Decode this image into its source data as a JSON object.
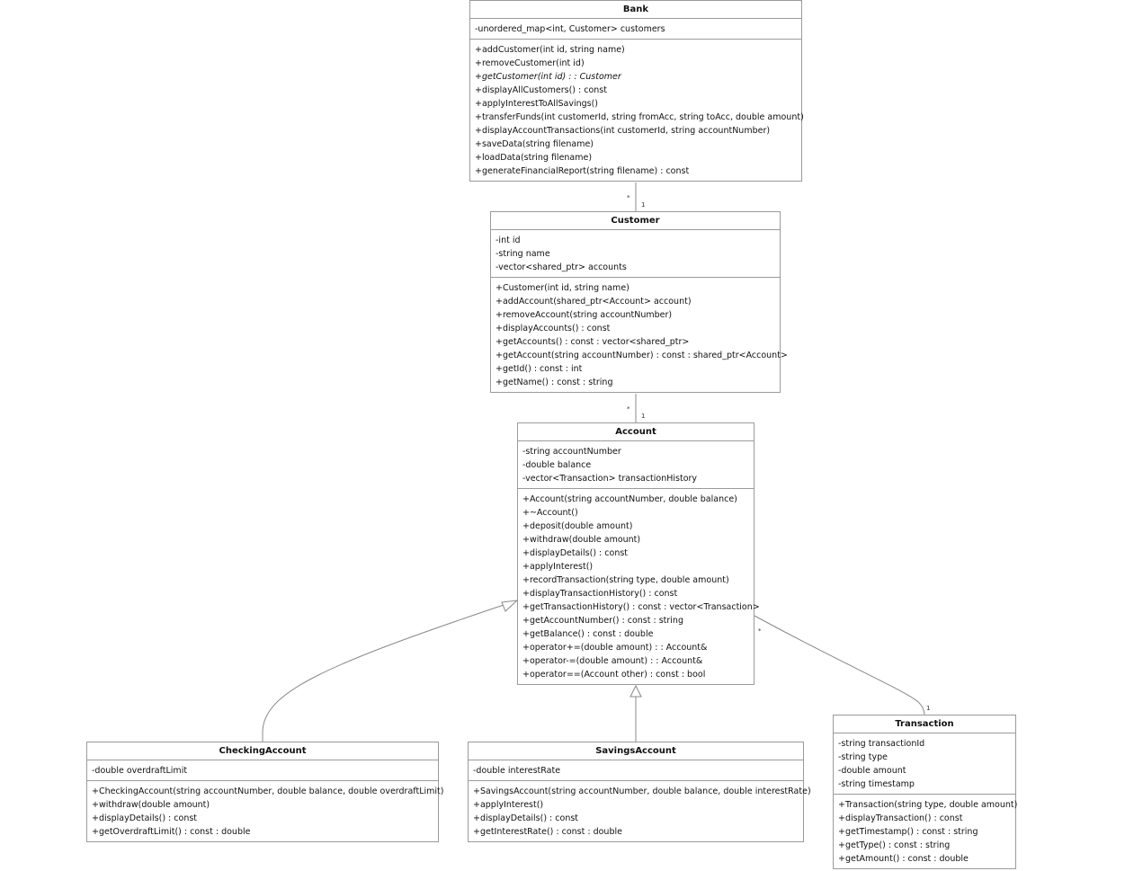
{
  "classes": {
    "bank": {
      "name": "Bank",
      "attributes": [
        "-unordered_map<int, Customer> customers"
      ],
      "methods": [
        "+addCustomer(int id, string name)",
        "+removeCustomer(int id)",
        "+getCustomer(int id) : : Customer",
        "+displayAllCustomers() : const",
        "+applyInterestToAllSavings()",
        "+transferFunds(int customerId, string fromAcc, string toAcc, double amount)",
        "+displayAccountTransactions(int customerId, string accountNumber)",
        "+saveData(string filename)",
        "+loadData(string filename)",
        "+generateFinancialReport(string filename) : const"
      ]
    },
    "customer": {
      "name": "Customer",
      "attributes": [
        "-int id",
        "-string name",
        "-vector<shared_ptr> accounts"
      ],
      "methods": [
        "+Customer(int id, string name)",
        "+addAccount(shared_ptr<Account> account)",
        "+removeAccount(string accountNumber)",
        "+displayAccounts() : const",
        "+getAccounts() : const : vector<shared_ptr>",
        "+getAccount(string accountNumber) : const : shared_ptr<Account>",
        "+getId() : const : int",
        "+getName() : const : string"
      ]
    },
    "account": {
      "name": "Account",
      "attributes": [
        "-string accountNumber",
        "-double balance",
        "-vector<Transaction> transactionHistory"
      ],
      "methods": [
        "+Account(string accountNumber, double balance)",
        "+~Account()",
        "+deposit(double amount)",
        "+withdraw(double amount)",
        "+displayDetails() : const",
        "+applyInterest()",
        "+recordTransaction(string type, double amount)",
        "+displayTransactionHistory() : const",
        "+getTransactionHistory() : const : vector<Transaction>",
        "+getAccountNumber() : const : string",
        "+getBalance() : const : double",
        "+operator+=(double amount) : : Account&",
        "+operator-=(double amount) : : Account&",
        "+operator==(Account other) : const : bool"
      ]
    },
    "checking": {
      "name": "CheckingAccount",
      "attributes": [
        "-double overdraftLimit"
      ],
      "methods": [
        "+CheckingAccount(string accountNumber, double balance, double overdraftLimit)",
        "+withdraw(double amount)",
        "+displayDetails() : const",
        "+getOverdraftLimit() : const : double"
      ]
    },
    "savings": {
      "name": "SavingsAccount",
      "attributes": [
        "-double interestRate"
      ],
      "methods": [
        "+SavingsAccount(string accountNumber, double balance, double interestRate)",
        "+applyInterest()",
        "+displayDetails() : const",
        "+getInterestRate() : const : double"
      ]
    },
    "transaction": {
      "name": "Transaction",
      "attributes": [
        "-string transactionId",
        "-string type",
        "-double amount",
        "-string timestamp"
      ],
      "methods": [
        "+Transaction(string type, double amount)",
        "+displayTransaction() : const",
        "+getTimestamp() : const : string",
        "+getType() : const : string",
        "+getAmount() : const : double"
      ]
    }
  },
  "multiplicities": {
    "bank_customer_many": "*",
    "bank_customer_one": "1",
    "customer_account_many": "*",
    "customer_account_one": "1",
    "account_transaction_many": "*",
    "account_transaction_one": "1"
  }
}
